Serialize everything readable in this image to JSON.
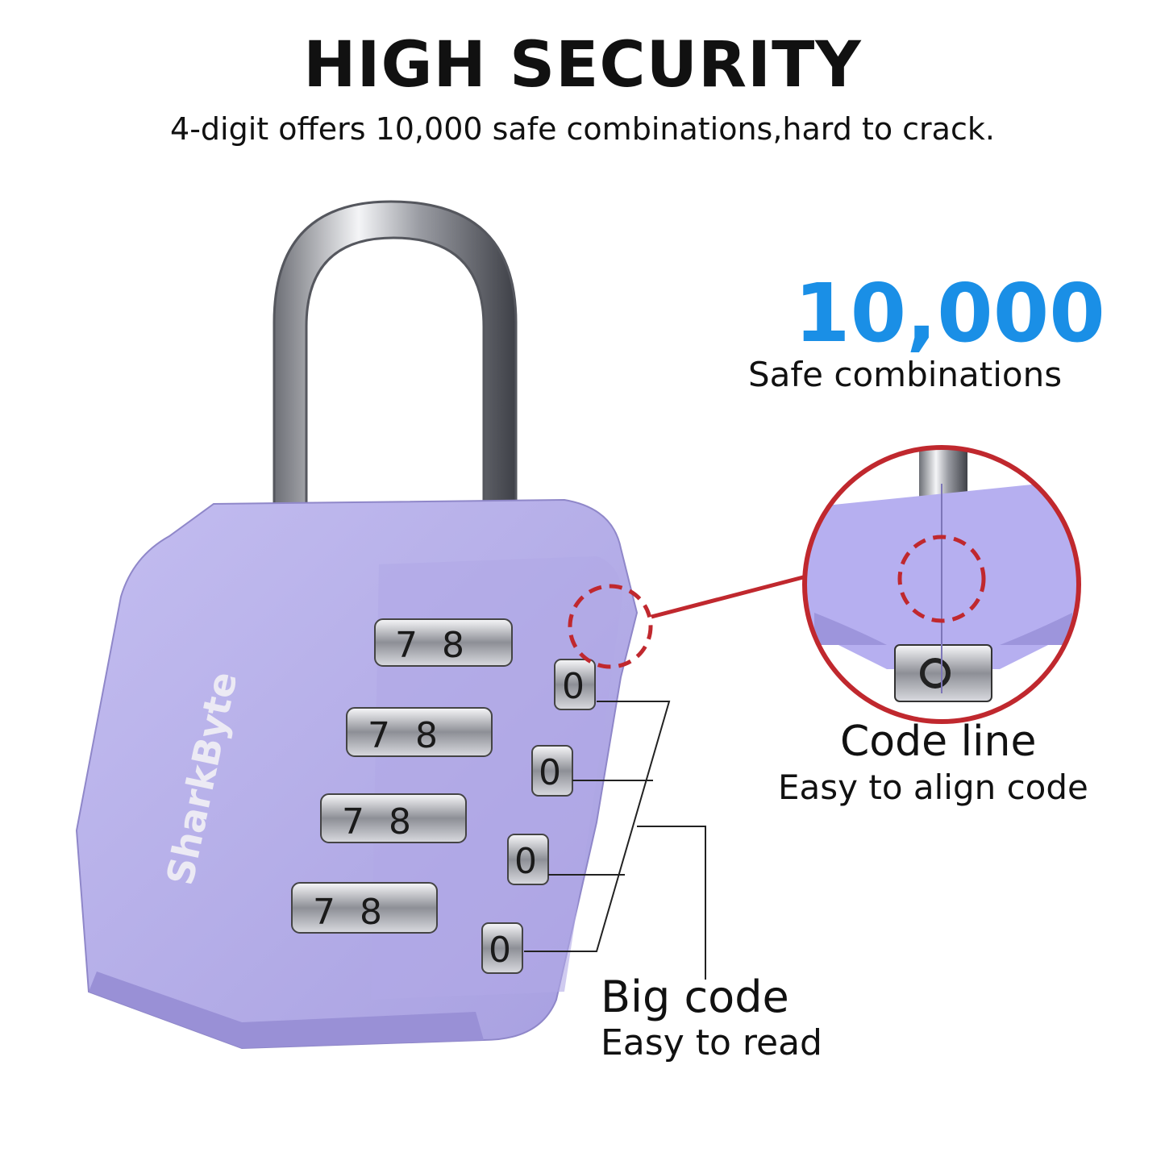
{
  "header": {
    "title": "HIGH SECURITY",
    "subtitle": "4-digit offers 10,000 safe combinations,hard to crack."
  },
  "stat": {
    "number": "10,000",
    "label": "Safe combinations"
  },
  "code_line": {
    "title": "Code line",
    "description": "Easy to align code"
  },
  "big_code": {
    "title": "Big code",
    "description": "Easy to read"
  },
  "lock": {
    "brand": "SharkByte",
    "dials": [
      {
        "left": "7",
        "right": "8",
        "side": "0"
      },
      {
        "left": "7",
        "right": "8",
        "side": "0"
      },
      {
        "left": "7",
        "right": "8",
        "side": "0"
      },
      {
        "left": "7",
        "right": "8",
        "side": "0"
      }
    ],
    "body_color": "#b9b2ea",
    "accent_color": "#c0282e"
  }
}
